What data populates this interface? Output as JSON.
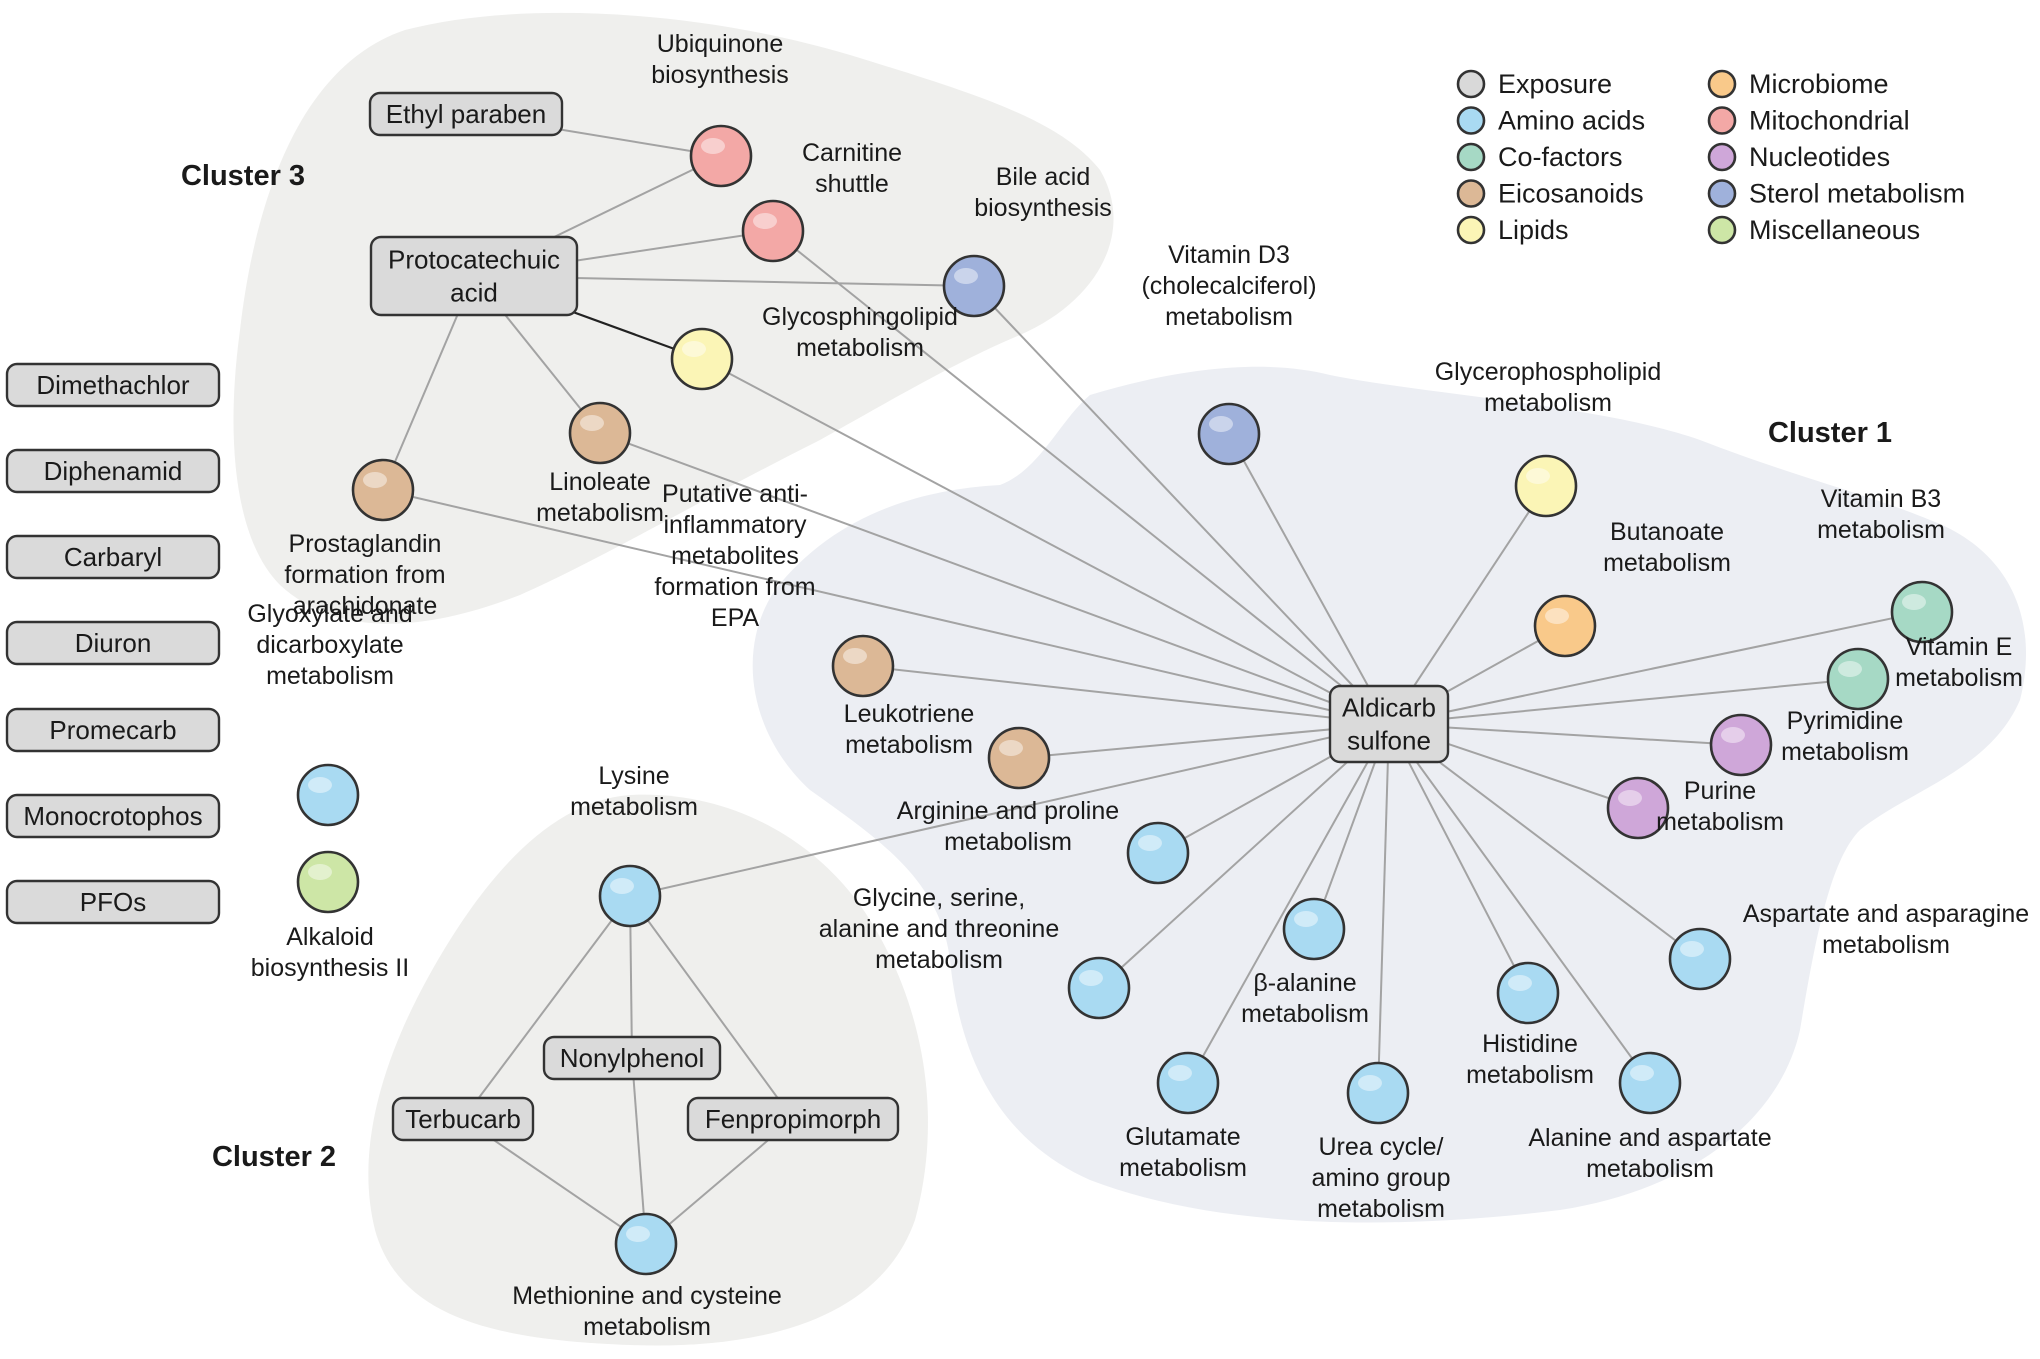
{
  "colors": {
    "Exposure": "#d9d9d9",
    "Amino acids": "#a9daf2",
    "Co-factors": "#a6d9c5",
    "Eicosanoids": "#dcb896",
    "Lipids": "#fbf5b6",
    "Microbiome": "#f9c98a",
    "Mitochondrial": "#f3a8a6",
    "Nucleotides": "#cfa7d9",
    "Sterol metabolism": "#9fb1db",
    "Miscellaneous": "#cde6a6"
  },
  "legend": [
    {
      "label": "Exposure",
      "category": "Exposure"
    },
    {
      "label": "Amino acids",
      "category": "Amino acids"
    },
    {
      "label": "Co-factors",
      "category": "Co-factors"
    },
    {
      "label": "Eicosanoids",
      "category": "Eicosanoids"
    },
    {
      "label": "Lipids",
      "category": "Lipids"
    },
    {
      "label": "Microbiome",
      "category": "Microbiome"
    },
    {
      "label": "Mitochondrial",
      "category": "Mitochondrial"
    },
    {
      "label": "Nucleotides",
      "category": "Nucleotides"
    },
    {
      "label": "Sterol metabolism",
      "category": "Sterol metabolism"
    },
    {
      "label": "Miscellaneous",
      "category": "Miscellaneous"
    }
  ],
  "clusters": [
    {
      "id": "cluster3",
      "label": "Cluster 3"
    },
    {
      "id": "cluster1",
      "label": "Cluster 1"
    },
    {
      "id": "cluster2",
      "label": "Cluster 2"
    }
  ],
  "exposures": [
    {
      "id": "ethyl_paraben",
      "lines": [
        "Ethyl paraben"
      ]
    },
    {
      "id": "protocatechuic",
      "lines": [
        "Protocatechuic",
        "acid"
      ]
    },
    {
      "id": "dimethachlor",
      "lines": [
        "Dimethachlor"
      ]
    },
    {
      "id": "diphenamid",
      "lines": [
        "Diphenamid"
      ]
    },
    {
      "id": "carbaryl",
      "lines": [
        "Carbaryl"
      ]
    },
    {
      "id": "diuron",
      "lines": [
        "Diuron"
      ]
    },
    {
      "id": "promecarb",
      "lines": [
        "Promecarb"
      ]
    },
    {
      "id": "monocrotophos",
      "lines": [
        "Monocrotophos"
      ]
    },
    {
      "id": "pfos",
      "lines": [
        "PFOs"
      ]
    },
    {
      "id": "aldicarb",
      "lines": [
        "Aldicarb",
        "sulfone"
      ]
    },
    {
      "id": "nonylphenol",
      "lines": [
        "Nonylphenol"
      ]
    },
    {
      "id": "terbucarb",
      "lines": [
        "Terbucarb"
      ]
    },
    {
      "id": "fenpropimorph",
      "lines": [
        "Fenpropimorph"
      ]
    }
  ],
  "pathways": [
    {
      "id": "ubiquinone",
      "category": "Mitochondrial",
      "lines": [
        "Ubiquinone",
        "biosynthesis"
      ]
    },
    {
      "id": "carnitine",
      "category": "Mitochondrial",
      "lines": [
        "Carnitine",
        "shuttle"
      ]
    },
    {
      "id": "bile_acid",
      "category": "Sterol metabolism",
      "lines": [
        "Bile acid",
        "biosynthesis"
      ]
    },
    {
      "id": "glycosphingolipid",
      "category": "Lipids",
      "lines": [
        "Glycosphingolipid",
        "metabolism"
      ]
    },
    {
      "id": "linoleate",
      "category": "Eicosanoids",
      "lines": [
        "Linoleate",
        "metabolism"
      ]
    },
    {
      "id": "prostaglandin",
      "category": "Eicosanoids",
      "lines": [
        "Prostaglandin",
        "formation from",
        "arachidonate"
      ]
    },
    {
      "id": "vitamin_d3",
      "category": "Sterol metabolism",
      "lines": [
        "Vitamin D3",
        "(cholecalciferol)",
        "metabolism"
      ]
    },
    {
      "id": "glycerophospholipid",
      "category": "Lipids",
      "lines": [
        "Glycerophospholipid",
        "metabolism"
      ]
    },
    {
      "id": "butanoate",
      "category": "Microbiome",
      "lines": [
        "Butanoate",
        "metabolism"
      ]
    },
    {
      "id": "vitamin_b3",
      "category": "Co-factors",
      "lines": [
        "Vitamin B3",
        "metabolism"
      ]
    },
    {
      "id": "vitamin_e",
      "category": "Co-factors",
      "lines": [
        "Vitamin E",
        "metabolism"
      ]
    },
    {
      "id": "pyrimidine",
      "category": "Nucleotides",
      "lines": [
        "Pyrimidine",
        "metabolism"
      ]
    },
    {
      "id": "purine",
      "category": "Nucleotides",
      "lines": [
        "Purine",
        "metabolism"
      ]
    },
    {
      "id": "aspartate_asparagine",
      "category": "Amino acids",
      "lines": [
        "Aspartate and asparagine",
        "metabolism"
      ]
    },
    {
      "id": "alanine_aspartate",
      "category": "Amino acids",
      "lines": [
        "Alanine and aspartate",
        "metabolism"
      ]
    },
    {
      "id": "histidine",
      "category": "Amino acids",
      "lines": [
        "Histidine",
        "metabolism"
      ]
    },
    {
      "id": "urea_cycle",
      "category": "Amino acids",
      "lines": [
        "Urea cycle/",
        "amino group",
        "metabolism"
      ]
    },
    {
      "id": "glutamate",
      "category": "Amino acids",
      "lines": [
        "Glutamate",
        "metabolism"
      ]
    },
    {
      "id": "beta_alanine",
      "category": "Amino acids",
      "lines": [
        "β-alanine",
        "metabolism"
      ]
    },
    {
      "id": "glycine_serine",
      "category": "Amino acids",
      "lines": [
        "Glycine, serine,",
        "alanine and threonine",
        "metabolism"
      ]
    },
    {
      "id": "arginine_proline",
      "category": "Amino acids",
      "lines": [
        "Arginine and proline",
        "metabolism"
      ]
    },
    {
      "id": "leukotriene",
      "category": "Eicosanoids",
      "lines": [
        "Leukotriene",
        "metabolism"
      ]
    },
    {
      "id": "putative_anti",
      "category": "Eicosanoids",
      "lines": [
        "Putative anti-",
        "inflammatory",
        "metabolites",
        "formation from",
        "EPA"
      ]
    },
    {
      "id": "glyoxylate",
      "category": "Amino acids",
      "lines": [
        "Glyoxylate and",
        "dicarboxylate",
        "metabolism"
      ]
    },
    {
      "id": "alkaloid",
      "category": "Miscellaneous",
      "lines": [
        "Alkaloid",
        "biosynthesis II"
      ]
    },
    {
      "id": "lysine",
      "category": "Amino acids",
      "lines": [
        "Lysine",
        "metabolism"
      ]
    },
    {
      "id": "methionine",
      "category": "Amino acids",
      "lines": [
        "Methionine and cysteine",
        "metabolism"
      ]
    }
  ],
  "edges": [
    [
      "ethyl_paraben",
      "ubiquinone"
    ],
    [
      "protocatechuic",
      "ubiquinone"
    ],
    [
      "protocatechuic",
      "carnitine"
    ],
    [
      "protocatechuic",
      "bile_acid"
    ],
    [
      "protocatechuic",
      "glycosphingolipid",
      "strong"
    ],
    [
      "protocatechuic",
      "linoleate"
    ],
    [
      "protocatechuic",
      "prostaglandin"
    ],
    [
      "aldicarb",
      "carnitine"
    ],
    [
      "aldicarb",
      "bile_acid"
    ],
    [
      "aldicarb",
      "glycosphingolipid"
    ],
    [
      "aldicarb",
      "linoleate"
    ],
    [
      "aldicarb",
      "prostaglandin"
    ],
    [
      "aldicarb",
      "vitamin_d3"
    ],
    [
      "aldicarb",
      "glycerophospholipid"
    ],
    [
      "aldicarb",
      "butanoate"
    ],
    [
      "aldicarb",
      "vitamin_b3"
    ],
    [
      "aldicarb",
      "vitamin_e"
    ],
    [
      "aldicarb",
      "pyrimidine"
    ],
    [
      "aldicarb",
      "purine"
    ],
    [
      "aldicarb",
      "aspartate_asparagine"
    ],
    [
      "aldicarb",
      "alanine_aspartate"
    ],
    [
      "aldicarb",
      "histidine"
    ],
    [
      "aldicarb",
      "urea_cycle"
    ],
    [
      "aldicarb",
      "glutamate"
    ],
    [
      "aldicarb",
      "beta_alanine"
    ],
    [
      "aldicarb",
      "glycine_serine"
    ],
    [
      "aldicarb",
      "arginine_proline"
    ],
    [
      "aldicarb",
      "leukotriene"
    ],
    [
      "aldicarb",
      "putative_anti"
    ],
    [
      "aldicarb",
      "lysine"
    ],
    [
      "nonylphenol",
      "lysine"
    ],
    [
      "terbucarb",
      "lysine"
    ],
    [
      "fenpropimorph",
      "lysine"
    ],
    [
      "nonylphenol",
      "methionine"
    ],
    [
      "terbucarb",
      "methionine"
    ],
    [
      "fenpropimorph",
      "methionine"
    ]
  ]
}
